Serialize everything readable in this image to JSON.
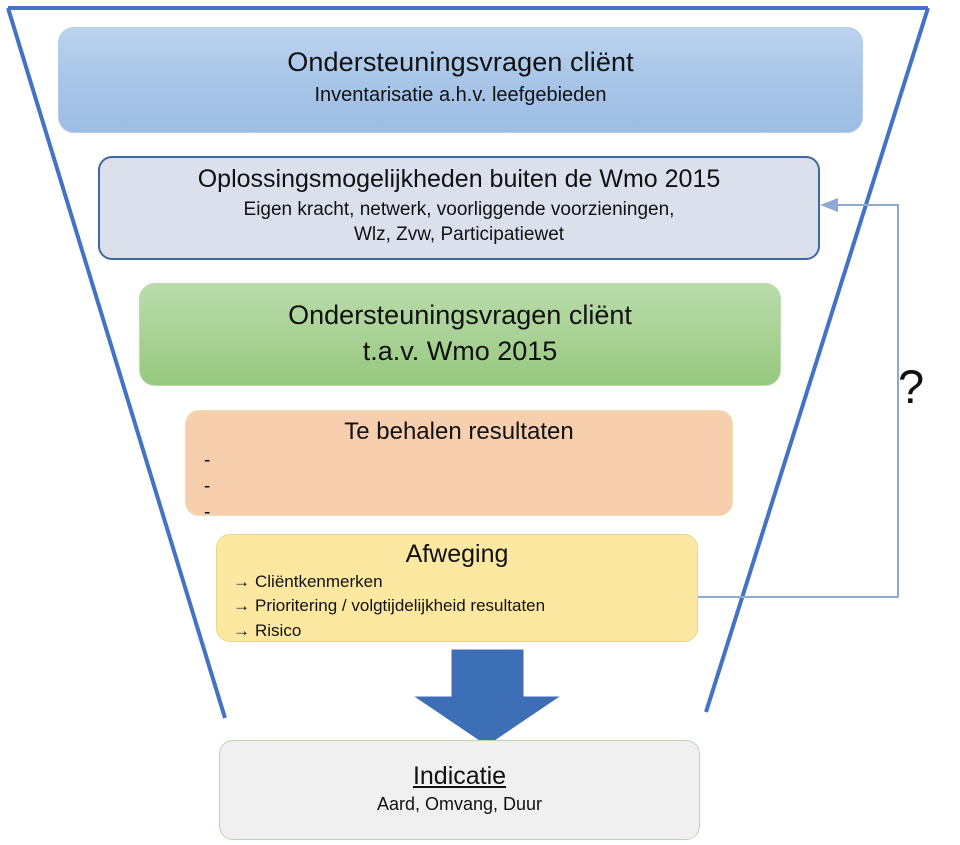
{
  "diagram": {
    "title": "Wmo 2015 ondersteuningstraject trechter",
    "background": "#ffffff",
    "funnel_outline_color": "#4472c4",
    "question_mark": "?",
    "loop_arrow_color": "#8ea9d3",
    "down_arrow_color": "#3c6fb5"
  },
  "nodes": {
    "intake": {
      "title": "Ondersteuningsvragen cliënt",
      "subtitle": "Inventarisatie a.h.v. leefgebieden",
      "fill": "#a9c6e8",
      "border": "#b3cbe8"
    },
    "outside": {
      "title": "Oplossingsmogelijkheden buiten de Wmo 2015",
      "line1": "Eigen kracht, netwerk, voorliggende voorzieningen,",
      "line2": "Wlz, Zvw, Participatiewet",
      "fill": "#dbe0ec",
      "border": "#41699f"
    },
    "wmo": {
      "title": "Ondersteuningsvragen cliënt",
      "title2": "t.a.v. Wmo 2015",
      "fill": "#a8d194",
      "border": "#b9dcaa"
    },
    "results": {
      "title": "Te behalen resultaten",
      "bullets": [
        "-",
        "-",
        "-"
      ],
      "fill": "#f8cfae",
      "border": "#e8e2b0"
    },
    "afweging": {
      "title": "Afweging",
      "bullets": [
        {
          "arrow": "→",
          "label": "Cliëntkenmerken"
        },
        {
          "arrow": "→",
          "label": "Prioritering / volgtijdelijkheid resultaten"
        },
        {
          "arrow": "→",
          "label": "Risico"
        }
      ],
      "fill": "#fde8a2",
      "border": "#e6d98c"
    },
    "indicatie": {
      "title": "Indicatie",
      "subtitle": "Aard, Omvang, Duur",
      "fill": "#f0f0f0",
      "border": "#b9d7ab"
    }
  }
}
